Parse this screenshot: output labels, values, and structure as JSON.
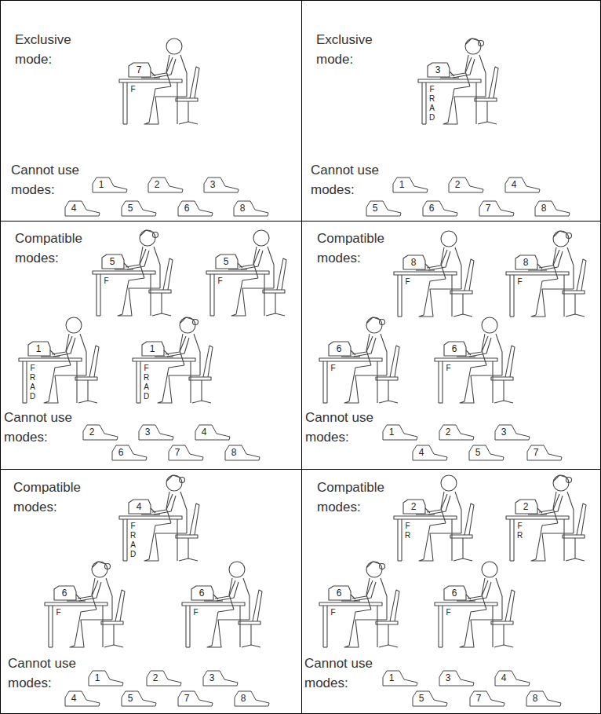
{
  "diagram": {
    "nodes": [
      {
        "text": [
          "Exclusive mode:",
          "Cannot use modes:"
        ]
      },
      {
        "text": [
          "1"
        ],
        "in": 0
      },
      {
        "text": [
          "2"
        ],
        "in": 0
      },
      {
        "text": [
          "3"
        ],
        "in": 0
      },
      {
        "text": [
          "4"
        ],
        "in": 0
      },
      {
        "text": [
          "5"
        ],
        "in": 0
      },
      {
        "text": [
          "6"
        ],
        "in": 0
      },
      {
        "text": [
          "8"
        ],
        "in": 0
      },
      {
        "text": [
          "Exclusive mode:",
          "Cannot use modes:"
        ]
      },
      {
        "text": [
          "1"
        ],
        "in": 8
      },
      {
        "text": [
          "2"
        ],
        "in": 8
      },
      {
        "text": [
          "4"
        ],
        "in": 8
      },
      {
        "text": [
          "5"
        ],
        "in": 8
      },
      {
        "text": [
          "6"
        ],
        "in": 8
      },
      {
        "text": [
          "7"
        ],
        "in": 8
      },
      {
        "text": [
          "8"
        ],
        "in": 8
      },
      {
        "text": [
          "Compatible modes:",
          "Cannot use modes:"
        ]
      },
      {
        "text": [
          "2"
        ],
        "in": 16
      },
      {
        "text": [
          "3"
        ],
        "in": 16
      },
      {
        "text": [
          "4"
        ],
        "in": 16
      },
      {
        "text": [
          "6"
        ],
        "in": 16
      },
      {
        "text": [
          "7"
        ],
        "in": 16
      },
      {
        "text": [
          "8"
        ],
        "in": 16
      },
      {
        "text": [
          "Compatible modes:",
          "Cannot use modes:"
        ]
      },
      {
        "text": [
          "1"
        ],
        "in": 23
      },
      {
        "text": [
          "2"
        ],
        "in": 23
      },
      {
        "text": [
          "3"
        ],
        "in": 23
      },
      {
        "text": [
          "4"
        ],
        "in": 23
      },
      {
        "text": [
          "5"
        ],
        "in": 23
      },
      {
        "text": [
          "7"
        ],
        "in": 23
      },
      {
        "text": [
          "Compatible modes:",
          "Cannot use modes:"
        ]
      },
      {
        "text": [
          "1"
        ],
        "in": 30
      },
      {
        "text": [
          "2"
        ],
        "in": 30
      },
      {
        "text": [
          "3"
        ],
        "in": 30
      },
      {
        "text": [
          "4"
        ],
        "in": 30
      },
      {
        "text": [
          "5"
        ],
        "in": 30
      },
      {
        "text": [
          "7"
        ],
        "in": 30
      },
      {
        "text": [
          "8"
        ],
        "in": 30
      },
      {
        "text": [
          "Compatible modes:",
          "Cannot use modes:"
        ]
      },
      {
        "text": [
          "1"
        ],
        "in": 38
      },
      {
        "text": [
          "3"
        ],
        "in": 38
      },
      {
        "text": [
          "4"
        ],
        "in": 38
      },
      {
        "text": [
          "5"
        ],
        "in": 38
      },
      {
        "text": [
          "7"
        ],
        "in": 38
      },
      {
        "text": [
          "8"
        ],
        "in": 38
      }
    ],
    "labels": [
      "7",
      "F",
      "3",
      "F R A D",
      "5",
      "F",
      "5",
      "F",
      "1",
      "F R A D",
      "1",
      "F R A D",
      "8",
      "F",
      "8",
      "F",
      "6",
      "F",
      "6",
      "F",
      "4",
      "F R A D",
      "6",
      "F",
      "6",
      "F",
      "2",
      "F R",
      "2",
      "F R",
      "6",
      "F",
      "6",
      "F"
    ]
  }
}
